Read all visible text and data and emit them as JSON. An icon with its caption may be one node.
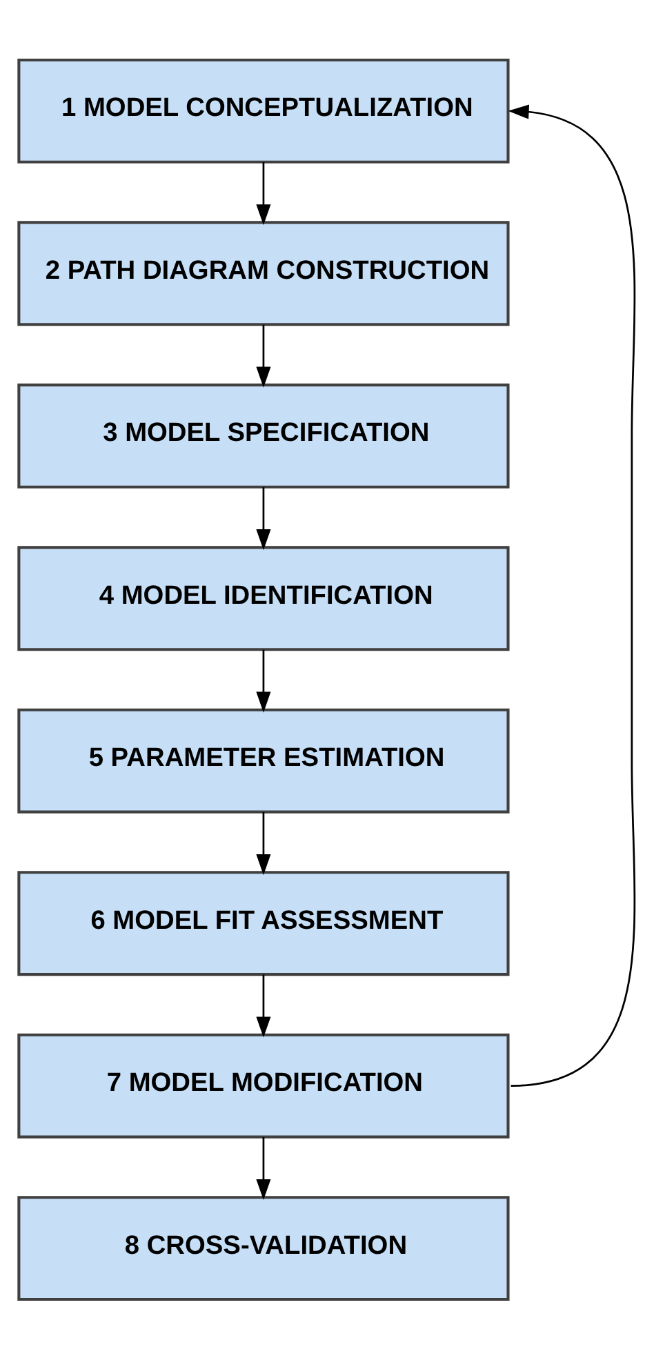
{
  "diagram": {
    "nodes": [
      {
        "text": [
          "1 MODEL CONCEPTUALIZATION"
        ]
      },
      {
        "text": [
          "2 PATH DIAGRAM CONSTRUCTION"
        ]
      },
      {
        "text": [
          "3 MODEL SPECIFICATION"
        ]
      },
      {
        "text": [
          "4 MODEL IDENTIFICATION"
        ]
      },
      {
        "text": [
          "5 PARAMETER ESTIMATION"
        ]
      },
      {
        "text": [
          "6 MODEL FIT ASSESSMENT"
        ]
      },
      {
        "text": [
          "7 MODEL MODIFICATION"
        ]
      },
      {
        "text": [
          "8 CROSS-VALIDATION"
        ]
      }
    ],
    "edges": [
      {
        "from": 0,
        "to": 1,
        "arrow": "to"
      },
      {
        "from": 1,
        "to": 2,
        "arrow": "to"
      },
      {
        "from": 2,
        "to": 3,
        "arrow": "to"
      },
      {
        "from": 3,
        "to": 4,
        "arrow": "to"
      },
      {
        "from": 4,
        "to": 5,
        "arrow": "to"
      },
      {
        "from": 5,
        "to": 6,
        "arrow": "to"
      },
      {
        "from": 6,
        "to": 0,
        "arrow": "to"
      },
      {
        "from": 6,
        "to": 7,
        "arrow": "to"
      }
    ]
  }
}
